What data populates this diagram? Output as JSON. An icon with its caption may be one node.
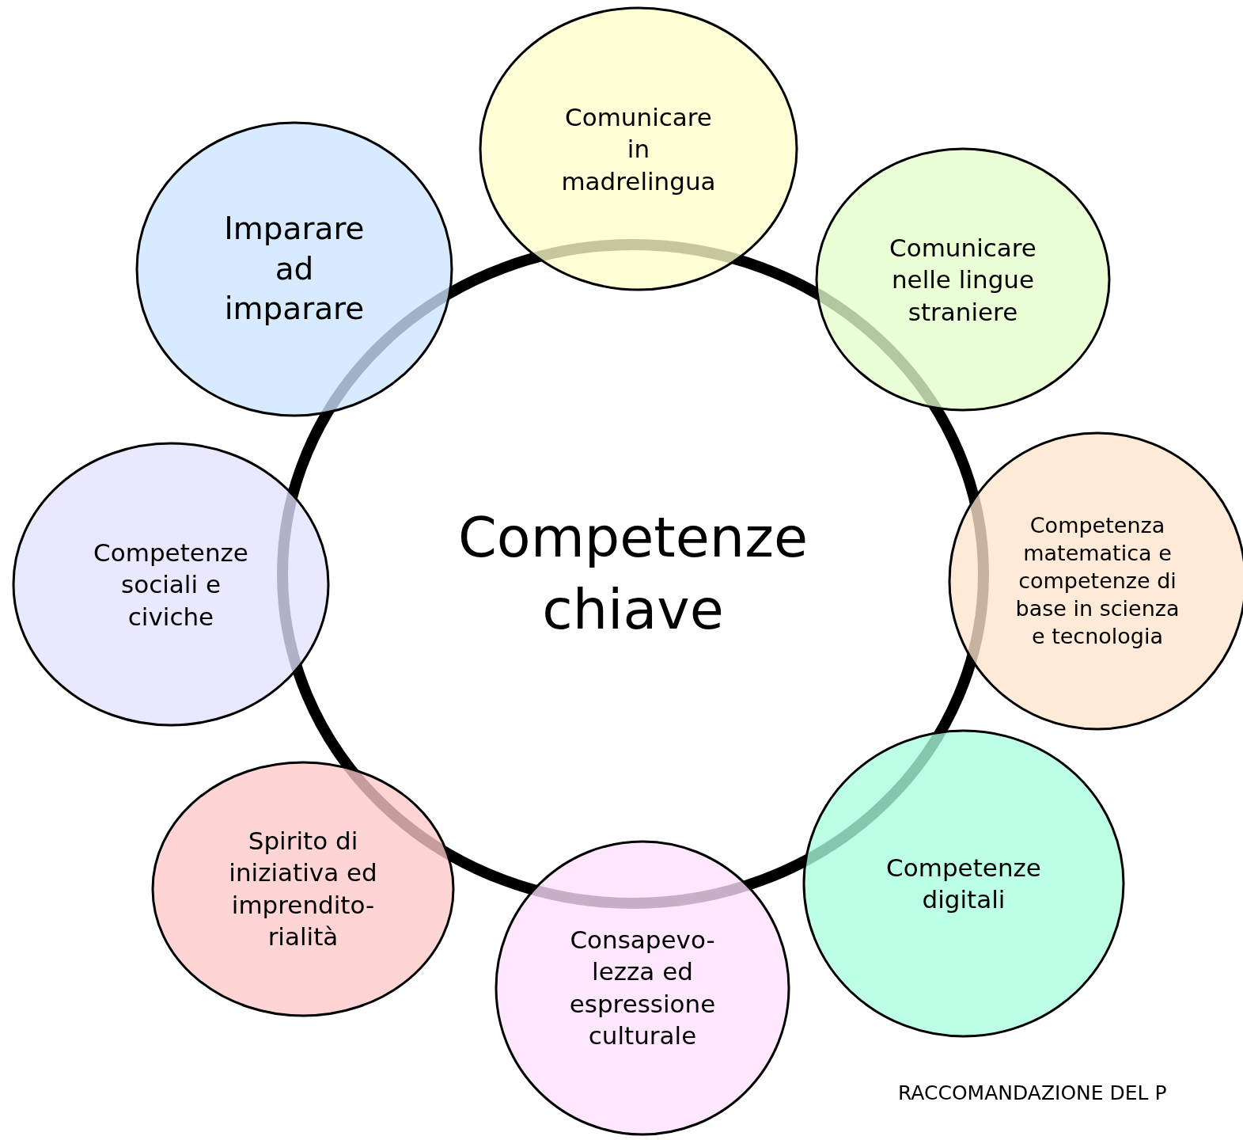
{
  "diagram": {
    "nodes": [
      {
        "text": [
          "Competenze chiave"
        ]
      },
      {
        "text": [
          "Comunicare in madrelingua"
        ]
      },
      {
        "text": [
          "Comunicare nelle lingue straniere"
        ]
      },
      {
        "text": [
          "Competenza matematica e competenze di base in scienza e tecnologia"
        ]
      },
      {
        "text": [
          "Competenze digitali"
        ]
      },
      {
        "text": [
          "Consapevo- lezza ed espressione culturale"
        ]
      },
      {
        "text": [
          "Spirito di iniziativa ed imprendito- rialità"
        ]
      },
      {
        "text": [
          "Competenze sociali e civiche"
        ]
      },
      {
        "text": [
          "Imparare ad imparare"
        ]
      }
    ],
    "labels": [
      "RACCOMANDAZIONE DEL P"
    ]
  }
}
